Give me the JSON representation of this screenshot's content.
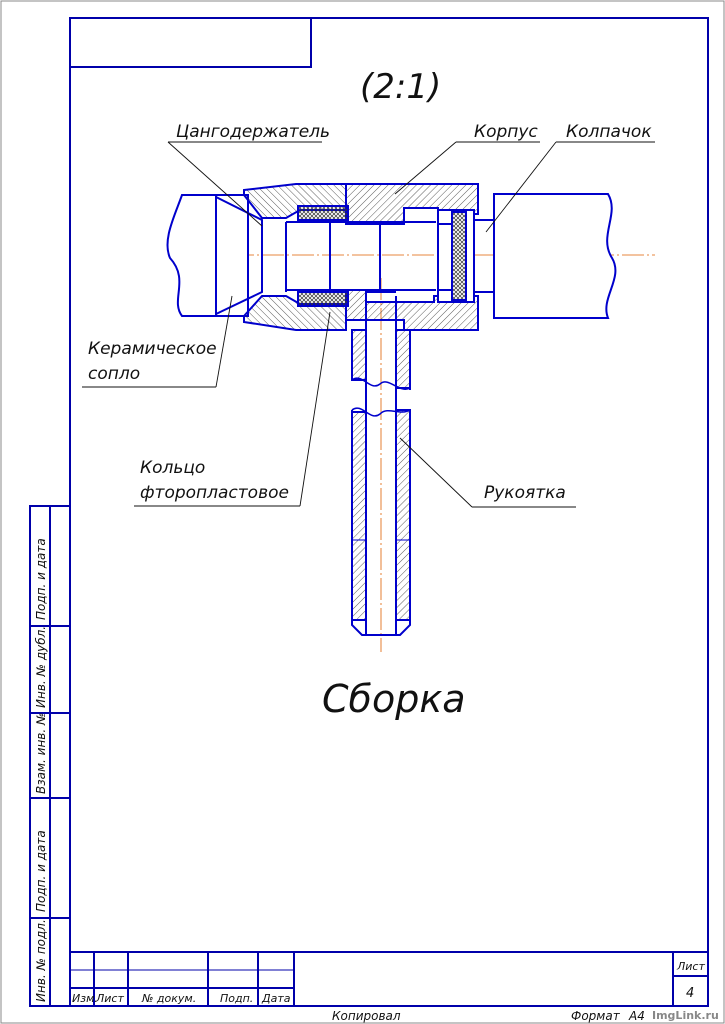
{
  "scale": "(2:1)",
  "labels": {
    "collet_holder": "Цангодержатель",
    "body": "Корпус",
    "cap": "Колпачок",
    "ceramic_nozzle_1": "Керамическое",
    "ceramic_nozzle_2": "сопло",
    "ptfe_ring_1": "Кольцо",
    "ptfe_ring_2": "фторопластовое",
    "handle": "Рукоятка"
  },
  "drawing_title": "Сборка",
  "side_stamp": [
    "Инв. № подл.",
    "Подп. и дата",
    "Взам. инв. №",
    "Инв. № дубл.",
    "Подп. и дата"
  ],
  "title_block": {
    "izm": "Изм.",
    "list": "Лист",
    "doc_no": "№ докум.",
    "sign": "Подп.",
    "date": "Дата",
    "sheet_label": "Лист",
    "sheet_number": "4"
  },
  "footer": {
    "copied": "Копировал",
    "format": "Формат",
    "format_value": "А4"
  },
  "watermark": "ImgLink.ru",
  "colors": {
    "outline": "#0000cc",
    "frame": "#0000aa",
    "text": "#111111",
    "axis": "#e06000",
    "hatch": "#222222"
  }
}
